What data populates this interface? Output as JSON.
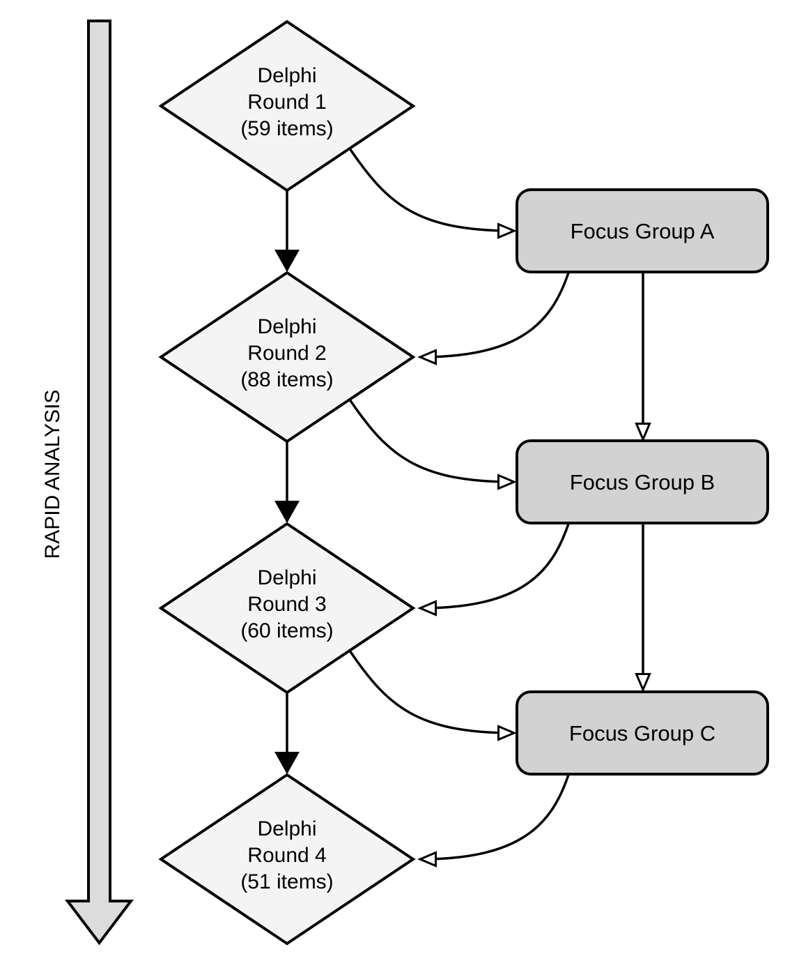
{
  "diagram": {
    "side_label": "RAPID ANALYSIS",
    "delphi_rounds": [
      {
        "line1": "Delphi",
        "line2": "Round 1",
        "line3": "(59 items)"
      },
      {
        "line1": "Delphi",
        "line2": "Round 2",
        "line3": "(88 items)"
      },
      {
        "line1": "Delphi",
        "line2": "Round 3",
        "line3": "(60 items)"
      },
      {
        "line1": "Delphi",
        "line2": "Round 4",
        "line3": "(51 items)"
      }
    ],
    "focus_groups": [
      {
        "label": "Focus Group A"
      },
      {
        "label": "Focus Group B"
      },
      {
        "label": "Focus Group C"
      }
    ],
    "colors": {
      "background": "#ffffff",
      "stroke": "#000000",
      "node_fill": "#f4f4f4",
      "box_fill": "#d2d2d2",
      "arrow_fill": "#dcdcdc"
    }
  }
}
